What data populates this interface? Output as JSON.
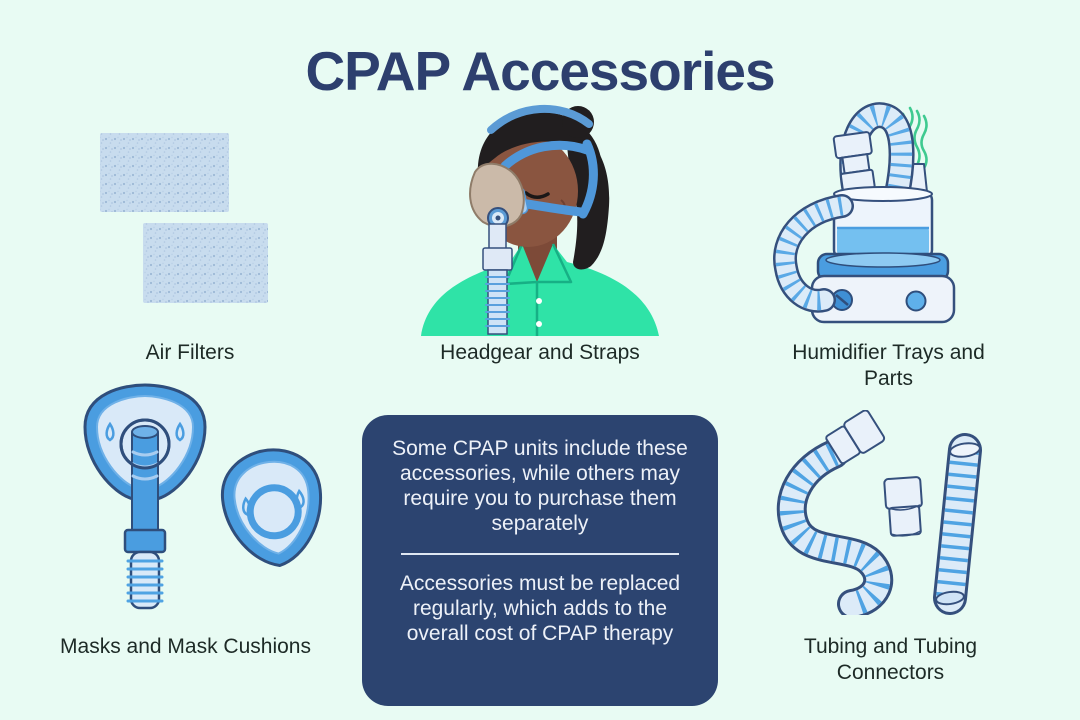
{
  "title": "CPAP Accessories",
  "sections": [
    {
      "id": "air-filters",
      "label": "Air Filters",
      "icon": "air-filters-illustration"
    },
    {
      "id": "headgear",
      "label": "Headgear and Straps",
      "icon": "headgear-illustration"
    },
    {
      "id": "humidifier",
      "label": "Humidifier Trays and Parts",
      "icon": "humidifier-illustration"
    },
    {
      "id": "masks",
      "label": "Masks and Mask Cushions",
      "icon": "mask-illustration"
    },
    {
      "id": "tubing",
      "label": "Tubing and Tubing Connectors",
      "icon": "tubing-illustration"
    }
  ],
  "info_box": {
    "paragraph_1": "Some CPAP units include these accessories, while others may require you to purchase them separately",
    "paragraph_2": "Accessories must be replaced regularly, which adds to the overall cost of CPAP therapy"
  },
  "colors": {
    "background": "#e8fbf3",
    "title": "#2d3f6e",
    "label_text": "#1d2a26",
    "info_box_background": "#2c4470",
    "info_box_text": "#edf1f8",
    "accent_blue": "#4a9de0",
    "light_blue": "#d9e9f8",
    "outline_navy": "#2f4e7c",
    "shirt_green": "#2fe3a7",
    "steam_green": "#3fca90",
    "skin_brown": "#8a5540",
    "mask_beige": "#cbbaa9"
  }
}
